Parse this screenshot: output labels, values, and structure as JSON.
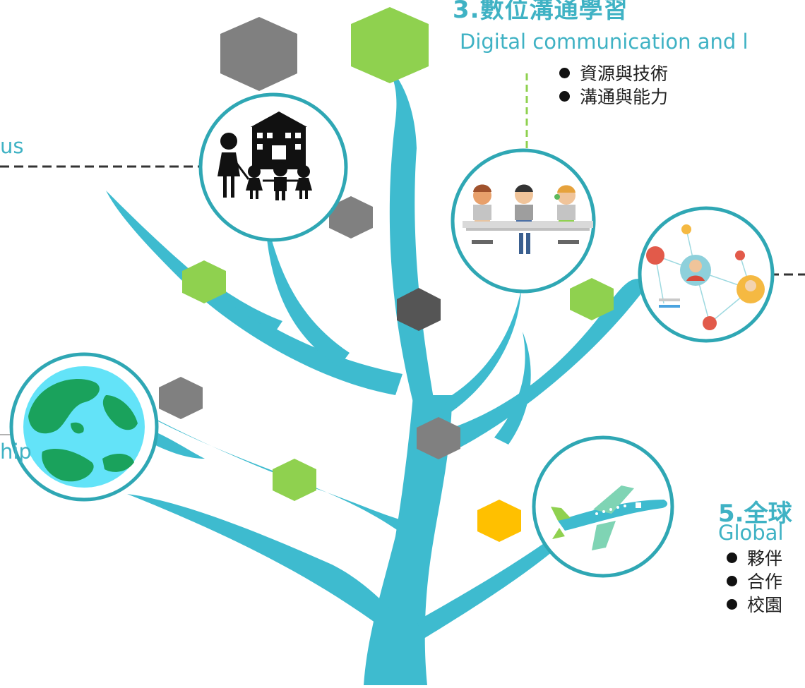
{
  "section3": {
    "title": "3.數位溝通學習",
    "subtitle": "Digital communication and l",
    "bullets": [
      "資源與技術",
      "溝通與能力"
    ]
  },
  "section5": {
    "title": "5.全球",
    "subtitle": "Global",
    "bullets": [
      "夥伴",
      "合作",
      "校園"
    ]
  },
  "left_labels": {
    "top": "us",
    "bottom": "hip"
  },
  "icons": [
    "school-family-icon",
    "online-classroom-icon",
    "social-network-icon",
    "globe-icon",
    "airplane-icon"
  ],
  "colors": {
    "tree": "#3ebbcf",
    "circle_border": "#2fa7b4",
    "hex_green": "#8fd14f",
    "hex_gray": "#808080",
    "hex_dark": "#555555",
    "hex_yellow": "#ffc000",
    "title_text": "#3fb2c4"
  }
}
